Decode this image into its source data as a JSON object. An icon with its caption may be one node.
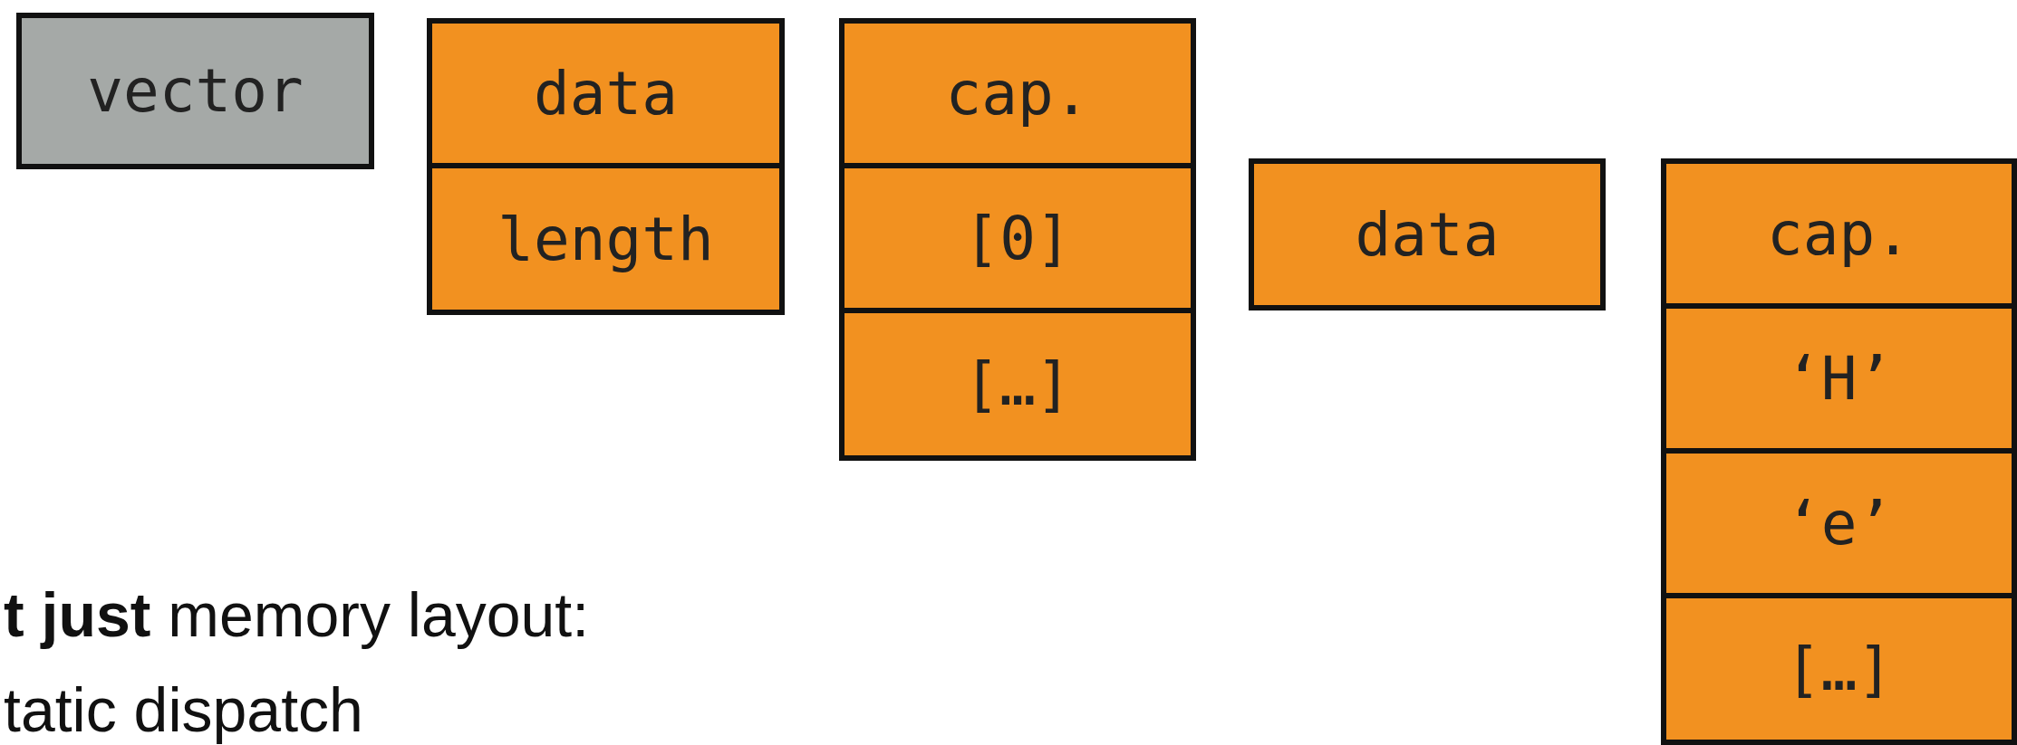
{
  "diagram": {
    "nodes": [
      {
        "text": [
          "vector"
        ]
      },
      {
        "text": [
          "data"
        ]
      },
      {
        "text": [
          "length"
        ]
      },
      {
        "text": [
          "cap."
        ]
      },
      {
        "text": [
          "[0]"
        ]
      },
      {
        "text": [
          "[…]"
        ]
      },
      {
        "text": [
          "data"
        ]
      },
      {
        "text": [
          "cap."
        ]
      },
      {
        "text": [
          "‘H’"
        ]
      },
      {
        "text": [
          "‘e’"
        ]
      },
      {
        "text": [
          "[…]"
        ]
      }
    ],
    "edges": [],
    "labels": [
      "**t just** memory layout:",
      "tatic dispatch"
    ]
  }
}
